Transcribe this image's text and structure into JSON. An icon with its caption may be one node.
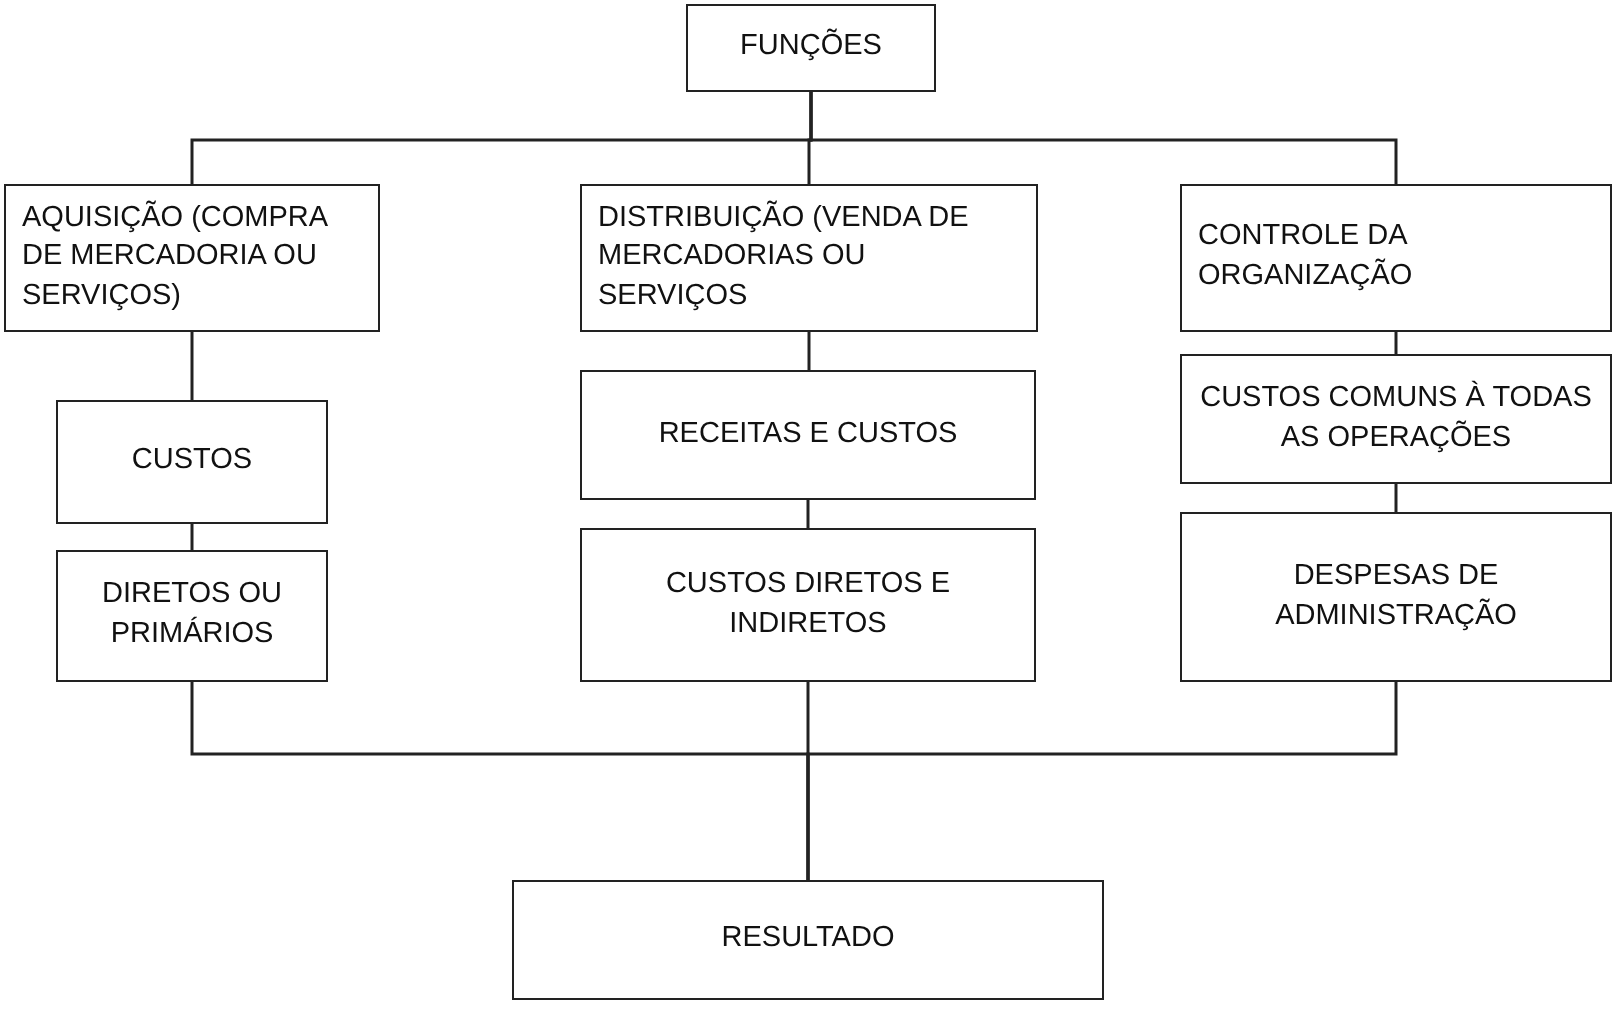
{
  "diagram": {
    "nodes": [
      {
        "text": [
          "FUNÇÕES"
        ]
      },
      {
        "text": [
          "AQUISIÇÃO (COMPRA DE MERCADORIA OU SERVIÇOS)"
        ]
      },
      {
        "text": [
          "DISTRIBUIÇÃO (VENDA DE MERCADORIAS OU SERVIÇOS"
        ]
      },
      {
        "text": [
          "CONTROLE DA ORGANIZAÇÃO"
        ]
      },
      {
        "text": [
          "CUSTOS"
        ]
      },
      {
        "text": [
          "RECEITAS E CUSTOS"
        ]
      },
      {
        "text": [
          "CUSTOS COMUNS À TODAS AS OPERAÇÕES"
        ]
      },
      {
        "text": [
          "DIRETOS OU PRIMÁRIOS"
        ]
      },
      {
        "text": [
          "CUSTOS DIRETOS E INDIRETOS"
        ]
      },
      {
        "text": [
          "DESPESAS DE ADMINISTRAÇÃO"
        ]
      },
      {
        "text": [
          "RESULTADO"
        ]
      }
    ],
    "edges": [
      {
        "from": 0,
        "to": 1,
        "arrow": "none"
      },
      {
        "from": 0,
        "to": 2,
        "arrow": "none"
      },
      {
        "from": 0,
        "to": 3,
        "arrow": "none"
      },
      {
        "from": 1,
        "to": 4,
        "arrow": "none"
      },
      {
        "from": 4,
        "to": 7,
        "arrow": "none"
      },
      {
        "from": 2,
        "to": 5,
        "arrow": "none"
      },
      {
        "from": 5,
        "to": 8,
        "arrow": "none"
      },
      {
        "from": 3,
        "to": 6,
        "arrow": "none"
      },
      {
        "from": 6,
        "to": 9,
        "arrow": "none"
      },
      {
        "from": 7,
        "to": 10,
        "arrow": "none"
      },
      {
        "from": 8,
        "to": 10,
        "arrow": "none"
      },
      {
        "from": 9,
        "to": 10,
        "arrow": "none"
      }
    ]
  }
}
